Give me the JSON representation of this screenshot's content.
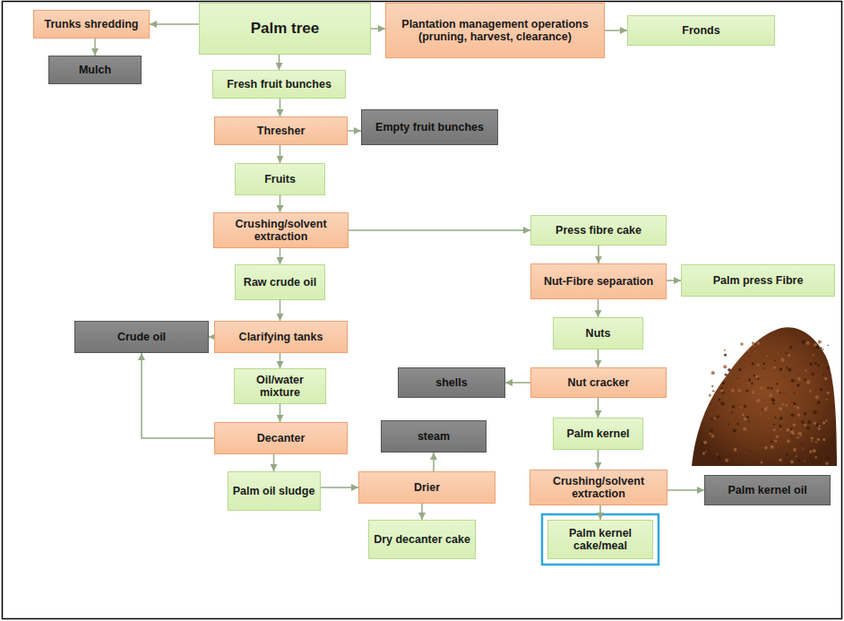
{
  "diagram": {
    "nodes": [
      {
        "text": [
          "Trunks shredding"
        ]
      },
      {
        "text": [
          "Palm tree"
        ]
      },
      {
        "text": [
          "Plantation management operations (pruning, harvest, clearance)"
        ]
      },
      {
        "text": [
          "Fronds"
        ]
      },
      {
        "text": [
          "Mulch"
        ]
      },
      {
        "text": [
          "Fresh fruit bunches"
        ]
      },
      {
        "text": [
          "Thresher"
        ]
      },
      {
        "text": [
          "Empty fruit bunches"
        ]
      },
      {
        "text": [
          "Fruits"
        ]
      },
      {
        "text": [
          "Crushing/solvent extraction"
        ]
      },
      {
        "text": [
          "Press fibre cake"
        ]
      },
      {
        "text": [
          "Raw crude oil"
        ]
      },
      {
        "text": [
          "Nut-Fibre separation"
        ]
      },
      {
        "text": [
          "Palm press Fibre"
        ]
      },
      {
        "text": [
          "Crude oil"
        ]
      },
      {
        "text": [
          "Clarifying tanks"
        ]
      },
      {
        "text": [
          "Nuts"
        ]
      },
      {
        "text": [
          "Oil/water mixture"
        ]
      },
      {
        "text": [
          "shells"
        ]
      },
      {
        "text": [
          "Nut cracker"
        ]
      },
      {
        "text": [
          "Decanter"
        ]
      },
      {
        "text": [
          "steam"
        ]
      },
      {
        "text": [
          "Palm kernel"
        ]
      },
      {
        "text": [
          "Palm oil sludge"
        ]
      },
      {
        "text": [
          "Drier"
        ]
      },
      {
        "text": [
          "Crushing/solvent extraction"
        ]
      },
      {
        "text": [
          "Palm kernel oil"
        ]
      },
      {
        "text": [
          "Dry decanter cake"
        ]
      },
      {
        "text": [
          "Palm kernel cake/meal"
        ]
      }
    ],
    "edges": [
      {
        "from": 1,
        "to": 0,
        "arrow": "to"
      },
      {
        "from": 1,
        "to": 2,
        "arrow": "to"
      },
      {
        "from": 2,
        "to": 3,
        "arrow": "to"
      },
      {
        "from": 0,
        "to": 4,
        "arrow": "to"
      },
      {
        "from": 1,
        "to": 5,
        "arrow": "to"
      },
      {
        "from": 5,
        "to": 6,
        "arrow": "to"
      },
      {
        "from": 6,
        "to": 7,
        "arrow": "to"
      },
      {
        "from": 6,
        "to": 8,
        "arrow": "to"
      },
      {
        "from": 8,
        "to": 9,
        "arrow": "to"
      },
      {
        "from": 9,
        "to": 10,
        "arrow": "to"
      },
      {
        "from": 9,
        "to": 11,
        "arrow": "to"
      },
      {
        "from": 10,
        "to": 12,
        "arrow": "to"
      },
      {
        "from": 12,
        "to": 13,
        "arrow": "to"
      },
      {
        "from": 12,
        "to": 16,
        "arrow": "to"
      },
      {
        "from": 11,
        "to": 15,
        "arrow": "to"
      },
      {
        "from": 15,
        "to": 14,
        "arrow": "to"
      },
      {
        "from": 15,
        "to": 17,
        "arrow": "to"
      },
      {
        "from": 17,
        "to": 20,
        "arrow": "to"
      },
      {
        "from": 20,
        "to": 14,
        "arrow": "to"
      },
      {
        "from": 16,
        "to": 19,
        "arrow": "to"
      },
      {
        "from": 19,
        "to": 18,
        "arrow": "to"
      },
      {
        "from": 19,
        "to": 22,
        "arrow": "to"
      },
      {
        "from": 20,
        "to": 23,
        "arrow": "to"
      },
      {
        "from": 23,
        "to": 24,
        "arrow": "to"
      },
      {
        "from": 24,
        "to": 21,
        "arrow": "to"
      },
      {
        "from": 24,
        "to": 27,
        "arrow": "to"
      },
      {
        "from": 22,
        "to": 25,
        "arrow": "to"
      },
      {
        "from": 25,
        "to": 26,
        "arrow": "to"
      },
      {
        "from": 25,
        "to": 28,
        "arrow": "to"
      }
    ]
  }
}
